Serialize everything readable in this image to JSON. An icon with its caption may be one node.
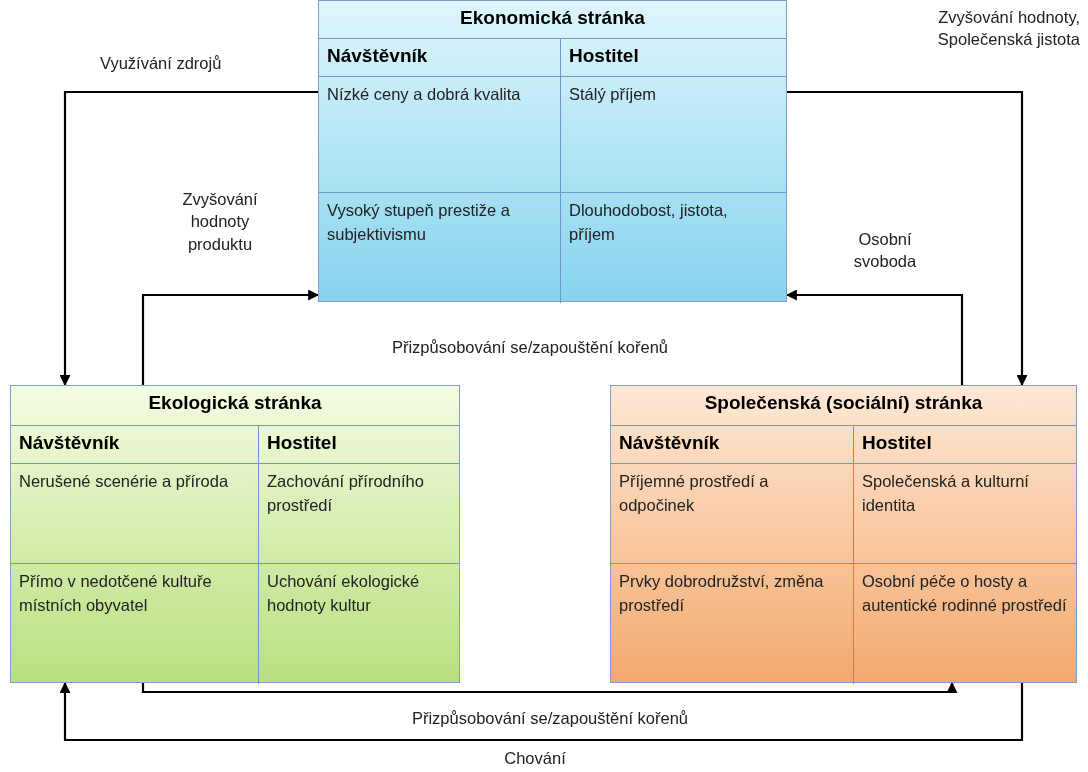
{
  "diagram": {
    "nodes": [
      {
        "text": [
          "Ekonomická stránka",
          "Návštěvník",
          "Hostitel",
          "Nízké ceny a dobrá kvalita",
          "Stálý příjem",
          "Vysoký stupeň prestiže a subjektivismu",
          "Dlouhodobost, jistota, příjem"
        ]
      },
      {
        "text": [
          "Ekologická stránka",
          "Návštěvník",
          "Hostitel",
          "Nerušené scenérie a příroda",
          "Zachování přírodního prostředí",
          "Přímo v nedotčené kultuře místních obyvatel",
          "Uchování ekologické hodnoty kultur"
        ]
      },
      {
        "text": [
          "Společenská (sociální) stránka",
          "Návštěvník",
          "Hostitel",
          "Příjemné prostředí a odpočinek",
          "Společenská a kulturní identita",
          "Prvky dobrodružství, změna prostředí",
          "Osobní péče o hosty a autentické rodinné prostředí"
        ]
      }
    ],
    "edges": [
      {
        "from": 0,
        "to": 1,
        "arrow": "to",
        "label": "Využívání zdrojů"
      },
      {
        "from": 1,
        "to": 0,
        "arrow": "to",
        "label": "Zvyšování hodnoty produktu"
      },
      {
        "from": 0,
        "to": 2,
        "arrow": "to",
        "label": "Zvyšování hodnoty, Společenská jistota"
      },
      {
        "from": 2,
        "to": 0,
        "arrow": "to",
        "label": "Osobní svoboda"
      },
      {
        "from": 1,
        "to": 2,
        "arrow": "to",
        "label": "Přizpůsobování se/zapouštění kořenů"
      },
      {
        "from": 2,
        "to": 1,
        "arrow": "to",
        "label": "Chování"
      }
    ],
    "labels": [
      "Přizpůsobování se/zapouštění kořenů"
    ]
  }
}
